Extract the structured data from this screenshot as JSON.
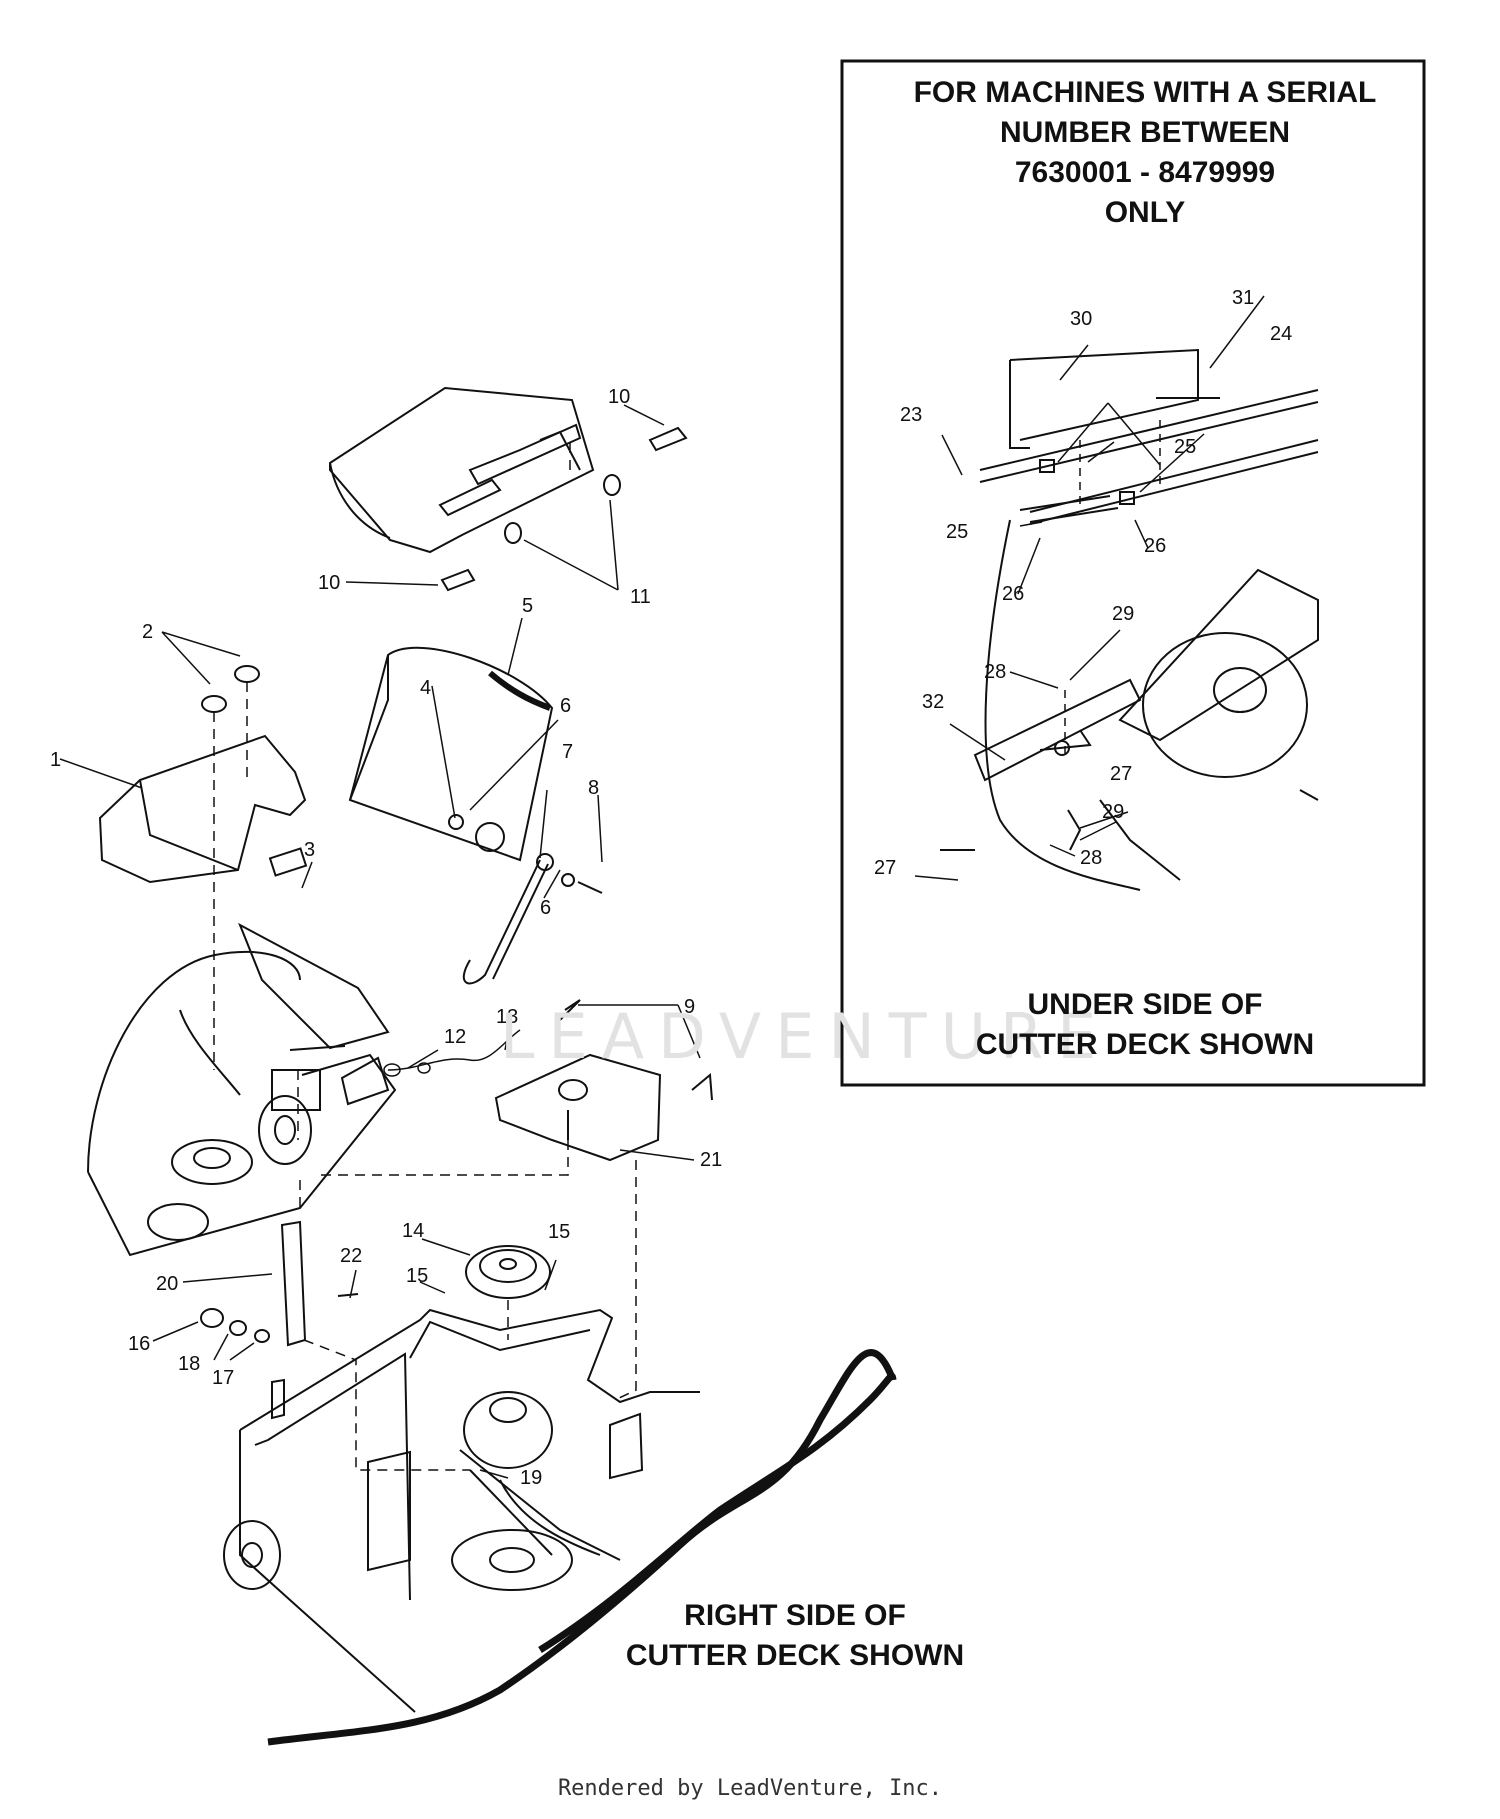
{
  "inset": {
    "heading_line1": "FOR MACHINES WITH A SERIAL",
    "heading_line2": "NUMBER BETWEEN",
    "heading_line3": "7630001 - 8479999",
    "heading_line4": "ONLY",
    "caption_line1": "UNDER SIDE OF",
    "caption_line2": "CUTTER DECK SHOWN"
  },
  "main_caption": {
    "line1": "RIGHT SIDE OF",
    "line2": "CUTTER DECK SHOWN"
  },
  "watermark": "LEADVENTURE",
  "footer": "Rendered by LeadVenture, Inc.",
  "callouts": [
    "1",
    "2",
    "3",
    "4",
    "5",
    "6",
    "6",
    "7",
    "8",
    "9",
    "10",
    "10",
    "11",
    "12",
    "13",
    "14",
    "15",
    "15",
    "16",
    "17",
    "18",
    "19",
    "20",
    "21",
    "22",
    "23",
    "24",
    "25",
    "25",
    "26",
    "26",
    "27",
    "27",
    "28",
    "28",
    "29",
    "29",
    "30",
    "31",
    "32"
  ],
  "colors": {
    "line": "#111111",
    "watermark": "#e2e2e2"
  }
}
